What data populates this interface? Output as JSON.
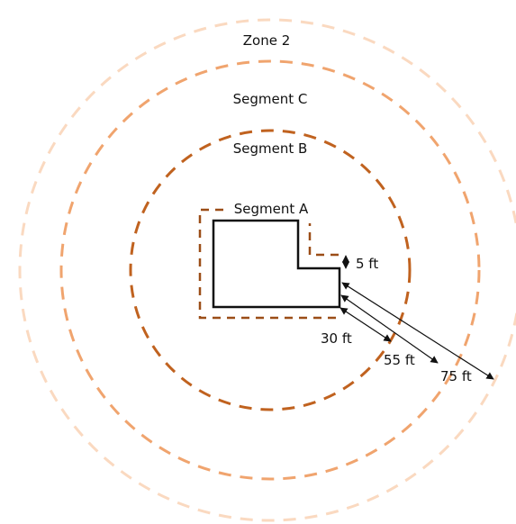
{
  "labels": {
    "zone2": "Zone 2",
    "segment_c": "Segment C",
    "segment_b": "Segment B",
    "segment_a": "Segment A"
  },
  "dimensions": {
    "d5": "5 ft",
    "d30": "30 ft",
    "d55": "55 ft",
    "d75": "75 ft"
  },
  "colors": {
    "zone2_ring": "#fad9c0",
    "segment_c_ring": "#f0a46e",
    "segment_b_ring": "#c0621f",
    "segment_a_outline": "#9b4d17",
    "building": "#111111"
  }
}
